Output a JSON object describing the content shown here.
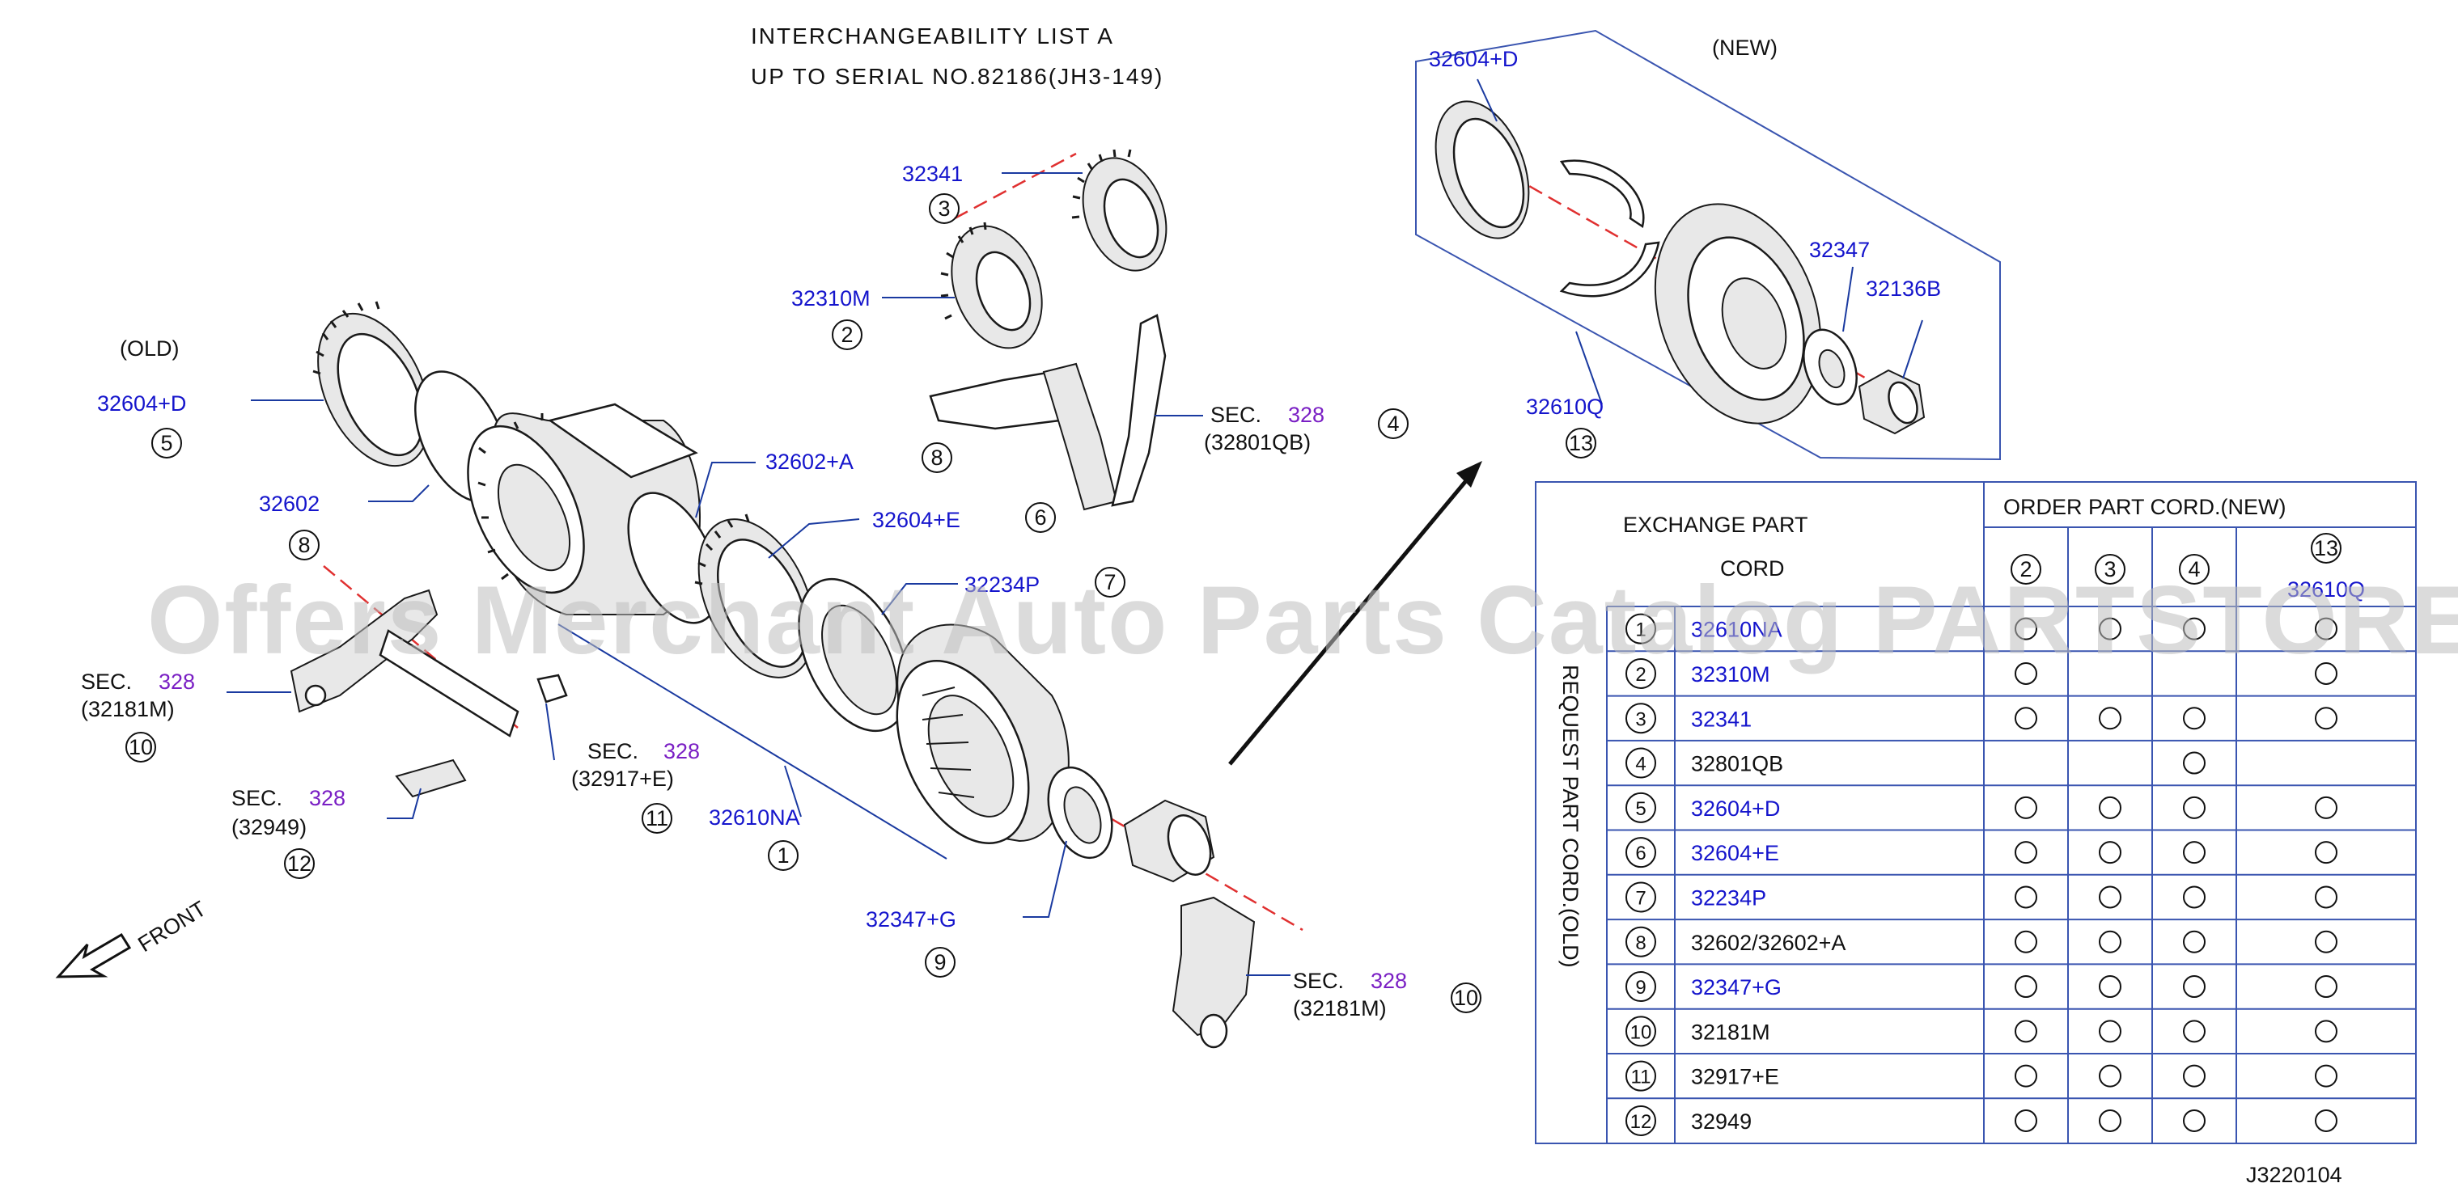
{
  "header": {
    "line1": "INTERCHANGEABILITY   LIST   A",
    "line2": "UP    TO    SERIAL    NO.82186(JH3-149)"
  },
  "labels": {
    "old": "(OLD)",
    "new": "(NEW)",
    "front": "FRONT",
    "drawing_number": "J3220104"
  },
  "watermark": "Offers Merchant Auto Parts Catalog PARTSTORE.SA",
  "callouts": {
    "p32341": {
      "part": "32341",
      "num": "3"
    },
    "p32310m": {
      "part": "32310M",
      "num": "2"
    },
    "p32604d_old": {
      "part": "32604+D",
      "num": "5"
    },
    "p32602": {
      "part": "32602",
      "num": "8"
    },
    "p32602a": {
      "part": "32602+A"
    },
    "p32604e": {
      "part": "32604+E"
    },
    "p32234p": {
      "part": "32234P",
      "num": "7"
    },
    "p32610na": {
      "part": "32610NA",
      "num": "1"
    },
    "p32347g": {
      "part": "32347+G",
      "num": "9"
    },
    "fork": {
      "sec": "SEC.",
      "sec_num": "328",
      "part": "(32801QB)",
      "num": "4",
      "num_left": "8",
      "num_bottom": "6"
    },
    "rod_left": {
      "sec": "SEC.",
      "sec_num": "328",
      "part": "(32181M)",
      "num": "10"
    },
    "pin": {
      "sec": "SEC.",
      "sec_num": "328",
      "part": "(32917+E)",
      "num": "11"
    },
    "bolt": {
      "sec": "SEC.",
      "sec_num": "328",
      "part": "(32949)",
      "num": "12"
    },
    "rod_right": {
      "sec": "SEC.",
      "sec_num": "328",
      "part": "(32181M)",
      "num": "10"
    },
    "new_32604d": {
      "part": "32604+D"
    },
    "new_32347": {
      "part": "32347"
    },
    "new_32136b": {
      "part": "32136B"
    },
    "new_32610q": {
      "part": "32610Q",
      "num": "13"
    }
  },
  "table": {
    "exchange_label_1": "EXCHANGE   PART",
    "exchange_label_2": "CORD",
    "order_label": "ORDER   PART   CORD.(NEW)",
    "request_label": "REQUEST   PART   CORD.(OLD)",
    "columns": [
      {
        "num": "2"
      },
      {
        "num": "3"
      },
      {
        "num": "4"
      },
      {
        "num": "13",
        "part": "32610Q"
      }
    ],
    "rows": [
      {
        "num": "1",
        "part": "32610NA",
        "blue": true,
        "marks": [
          true,
          true,
          true,
          true
        ]
      },
      {
        "num": "2",
        "part": "32310M",
        "blue": true,
        "marks": [
          true,
          false,
          false,
          true
        ]
      },
      {
        "num": "3",
        "part": "32341",
        "blue": true,
        "marks": [
          true,
          true,
          true,
          true
        ]
      },
      {
        "num": "4",
        "part": "32801QB",
        "blue": false,
        "marks": [
          false,
          false,
          true,
          false
        ]
      },
      {
        "num": "5",
        "part": "32604+D",
        "blue": true,
        "marks": [
          true,
          true,
          true,
          true
        ]
      },
      {
        "num": "6",
        "part": "32604+E",
        "blue": true,
        "marks": [
          true,
          true,
          true,
          true
        ]
      },
      {
        "num": "7",
        "part": "32234P",
        "blue": true,
        "marks": [
          true,
          true,
          true,
          true
        ]
      },
      {
        "num": "8",
        "part": "32602/32602+A",
        "blue": false,
        "marks": [
          true,
          true,
          true,
          true
        ]
      },
      {
        "num": "9",
        "part": "32347+G",
        "blue": true,
        "marks": [
          true,
          true,
          true,
          true
        ]
      },
      {
        "num": "10",
        "part": "32181M",
        "blue": false,
        "marks": [
          true,
          true,
          true,
          true
        ]
      },
      {
        "num": "11",
        "part": "32917+E",
        "blue": false,
        "marks": [
          true,
          true,
          true,
          true
        ]
      },
      {
        "num": "12",
        "part": "32949",
        "blue": false,
        "marks": [
          true,
          true,
          true,
          true
        ]
      }
    ]
  },
  "colors": {
    "part_blue": "#1515cc",
    "sec_purple": "#7a1fc4",
    "leader": "#1a3aa0",
    "axis_red": "#e03030",
    "table_line": "#3a55b0"
  }
}
